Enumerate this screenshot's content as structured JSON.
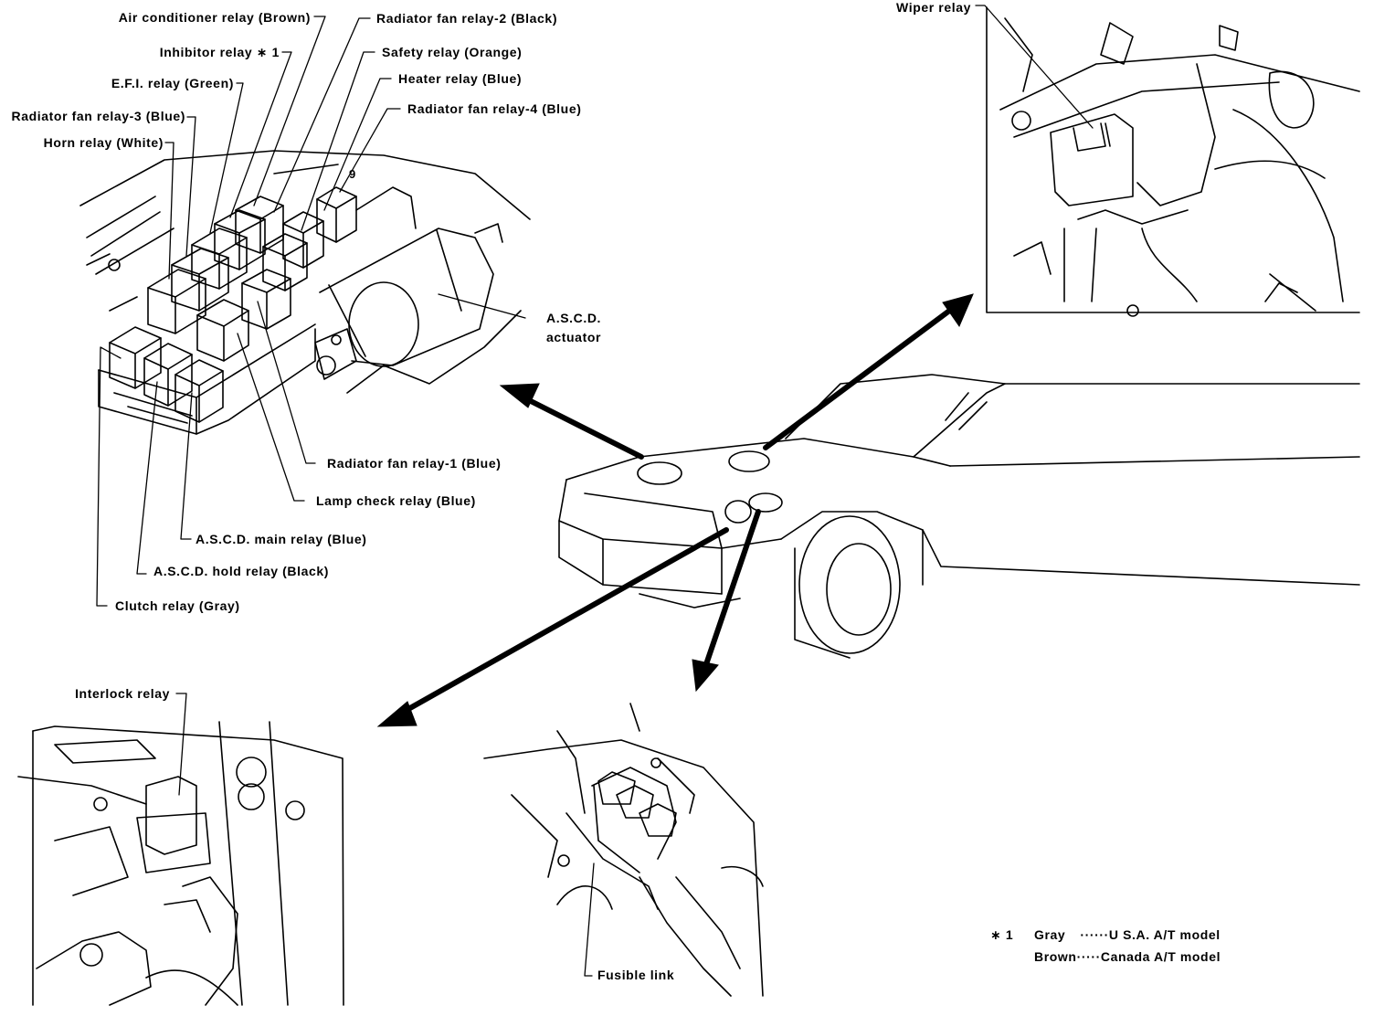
{
  "relay_box_labels": {
    "air_conditioner_relay": "Air conditioner relay (Brown)",
    "inhibitor_relay": "Inhibitor relay ∗ 1",
    "efi_relay": "E.F.I. relay (Green)",
    "radiator_fan_relay_3": "Radiator fan relay-3 (Blue)",
    "horn_relay": "Horn relay (White)",
    "radiator_fan_relay_2": "Radiator fan relay-2 (Black)",
    "safety_relay": "Safety relay (Orange)",
    "heater_relay": "Heater relay (Blue)",
    "radiator_fan_relay_4": "Radiator fan relay-4 (Blue)",
    "ascd_actuator_line1": "A.S.C.D.",
    "ascd_actuator_line2": "actuator",
    "radiator_fan_relay_1": "Radiator fan relay-1 (Blue)",
    "lamp_check_relay": "Lamp check relay (Blue)",
    "ascd_main_relay": "A.S.C.D. main relay (Blue)",
    "ascd_hold_relay": "A.S.C.D. hold relay (Black)",
    "clutch_relay": "Clutch relay (Gray)",
    "box_number": "9"
  },
  "wiper_label": "Wiper relay",
  "interlock_label": "Interlock relay",
  "fusible_label": "Fusible link",
  "footnote": {
    "symbol": "∗ 1",
    "rows": [
      {
        "color": "Gray",
        "desc": "······U S.A. A/T model"
      },
      {
        "color": "Brown",
        "desc": "·····Canada A/T model"
      }
    ]
  }
}
